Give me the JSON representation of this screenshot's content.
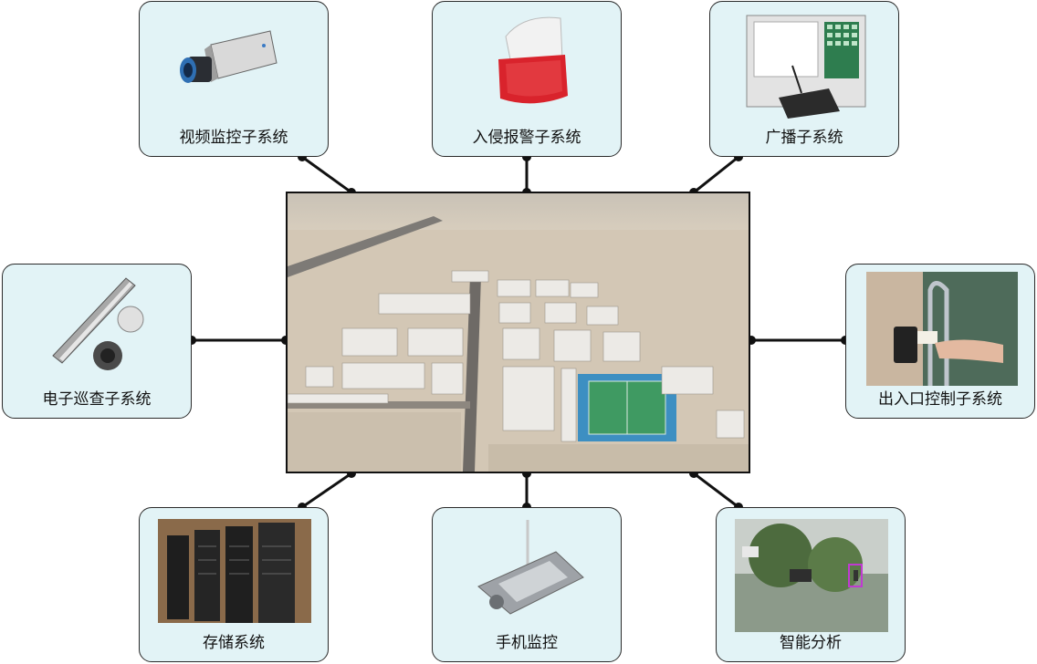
{
  "center_image": "aerial-camp-photo",
  "subsystems": [
    {
      "label": "视频监控子系统",
      "icon": "cctv-camera-icon"
    },
    {
      "label": "入侵报警子系统",
      "icon": "alarm-siren-icon"
    },
    {
      "label": "广播子系统",
      "icon": "broadcast-console-icon"
    },
    {
      "label": "电子巡查子系统",
      "icon": "patrol-wand-icon"
    },
    {
      "label": "出入口控制子系统",
      "icon": "access-card-reader-icon"
    },
    {
      "label": "存储系统",
      "icon": "server-rack-icon"
    },
    {
      "label": "手机监控",
      "icon": "mobile-device-icon"
    },
    {
      "label": "智能分析",
      "icon": "smart-analysis-camera-view-icon"
    }
  ],
  "colors": {
    "node_fill": "#e2f3f6",
    "node_border": "#2a2a2a",
    "wire": "#111111"
  }
}
